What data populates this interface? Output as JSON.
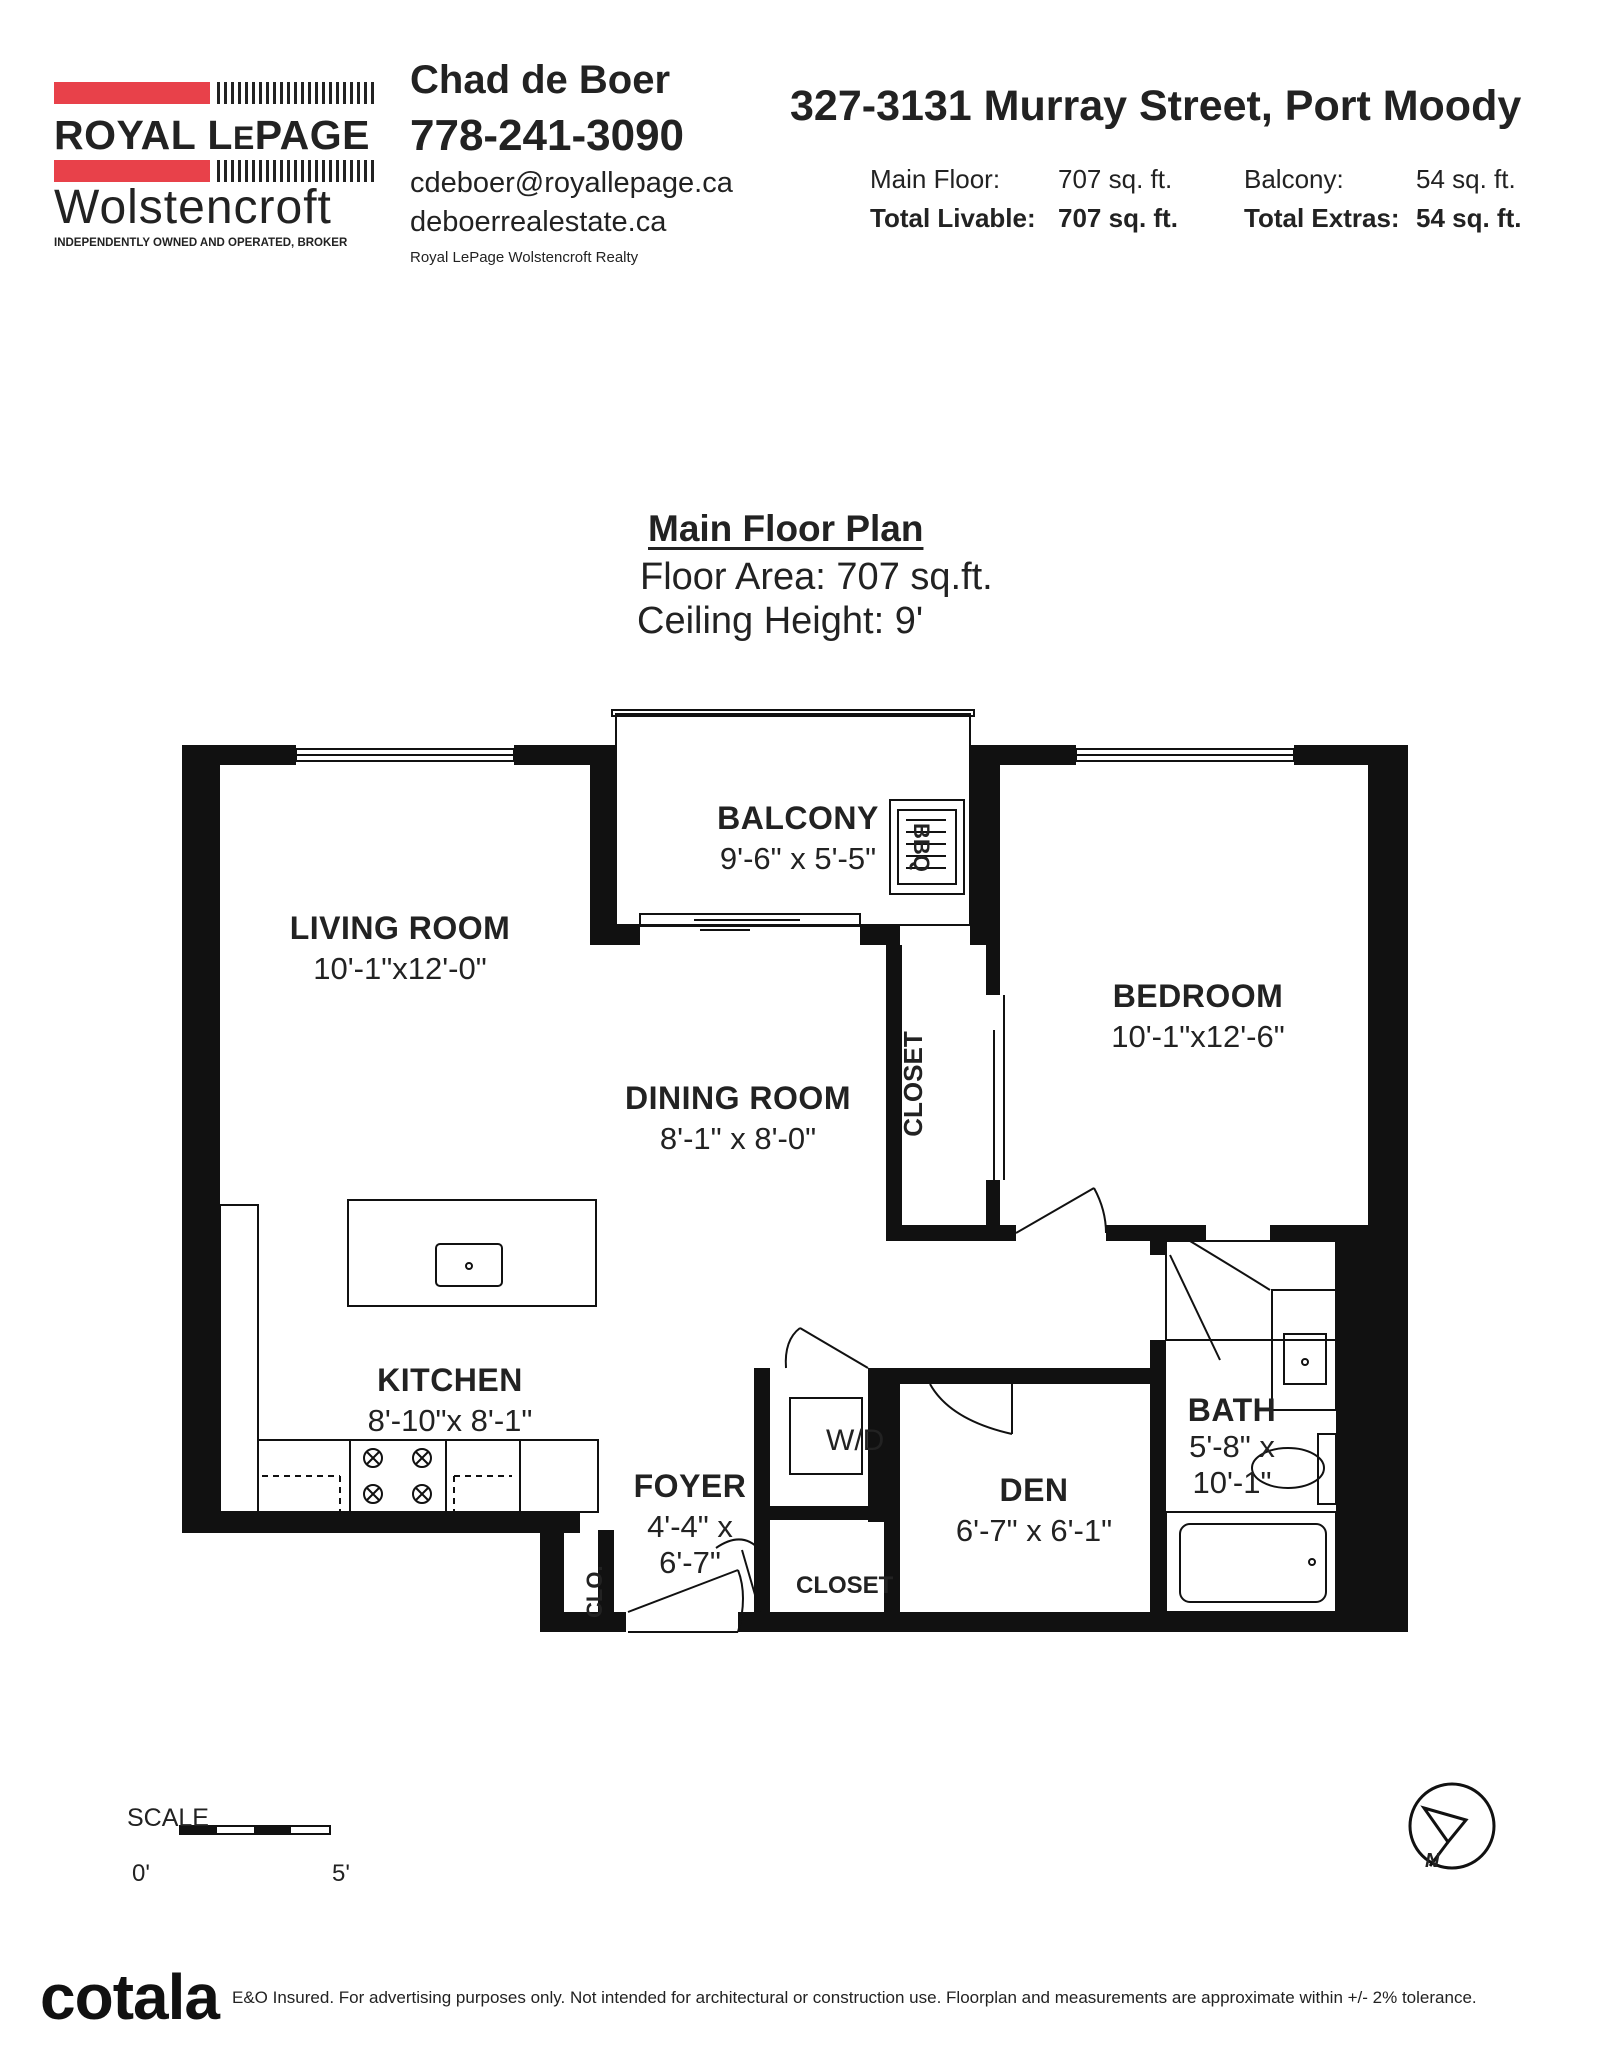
{
  "logo": {
    "brand_main": "ROYAL L",
    "brand_small": "E",
    "brand_end": "PAGE",
    "office": "Wolstencroft",
    "tagline": "INDEPENDENTLY OWNED AND OPERATED, BROKER",
    "accent_color": "#e8414a"
  },
  "agent": {
    "name": "Chad de Boer",
    "phone": "778-241-3090",
    "email": "cdeboer@royallepage.ca",
    "website": "deboerrealestate.ca",
    "firm": "Royal LePage Wolstencroft Realty"
  },
  "property": {
    "address": "327-3131 Murray Street, Port Moody",
    "areas": [
      {
        "label": "Main Floor:",
        "value": "707 sq. ft."
      },
      {
        "label": "Total Livable:",
        "value": "707 sq. ft."
      },
      {
        "label": "Balcony:",
        "value": "54 sq. ft."
      },
      {
        "label": "Total Extras:",
        "value": "54 sq. ft."
      }
    ]
  },
  "plan": {
    "title": "Main Floor Plan",
    "floor_area": "Floor Area: 707 sq.ft.",
    "ceiling": "Ceiling Height: 9'"
  },
  "rooms": {
    "balcony": {
      "name": "BALCONY",
      "dims": "9'-6\" x 5'-5\""
    },
    "living": {
      "name": "LIVING ROOM",
      "dims": "10'-1\"x12'-0\""
    },
    "bedroom": {
      "name": "BEDROOM",
      "dims": "10'-1\"x12'-6\""
    },
    "dining": {
      "name": "DINING ROOM",
      "dims": "8'-1\" x 8'-0\""
    },
    "kitchen": {
      "name": "KITCHEN",
      "dims": "8'-10\"x 8'-1\""
    },
    "foyer": {
      "name": "FOYER",
      "dims1": "4'-4\" x",
      "dims2": "6'-7\""
    },
    "den": {
      "name": "DEN",
      "dims": "6'-7\" x 6'-1\""
    },
    "bath": {
      "name": "BATH",
      "dims1": "5'-8\" x",
      "dims2": "10'-1\""
    },
    "closet_bedroom": "CLOSET",
    "closet_foyer": "CLOSET",
    "clo": "CLO.",
    "wd": "W/D",
    "bbq": "BBQ"
  },
  "scale": {
    "label": "SCALE",
    "start": "0'",
    "end": "5'"
  },
  "compass": {
    "north": "N"
  },
  "footer": {
    "brand": "cotala",
    "disclaimer": "E&O Insured. For advertising purposes only. Not intended for architectural or construction use. Floorplan and measurements are approximate within +/- 2% tolerance."
  }
}
